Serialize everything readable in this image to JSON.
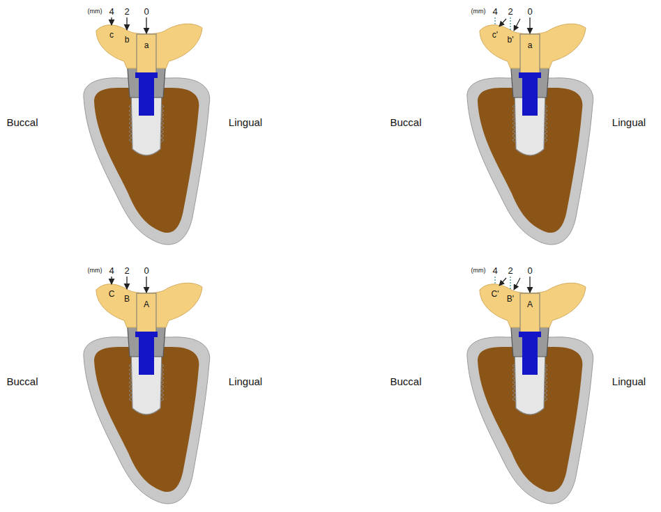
{
  "diagram": {
    "labels": [
      "(mm)",
      "4",
      "2",
      "0",
      "c",
      "b",
      "a",
      "Buccal",
      "Lingual",
      "(mm)",
      "4",
      "2",
      "0",
      "c'",
      "b'",
      "a",
      "Buccal",
      "Lingual",
      "(mm)",
      "4",
      "2",
      "0",
      "C",
      "B",
      "A",
      "Buccal",
      "Lingual",
      "(mm)",
      "4",
      "2",
      "0",
      "C'",
      "B'",
      "A",
      "Buccal",
      "Lingual"
    ]
  }
}
